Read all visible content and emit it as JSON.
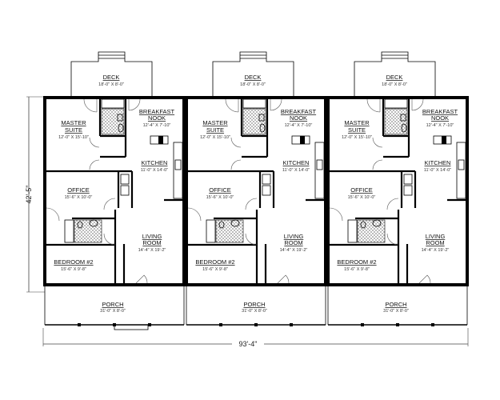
{
  "plan": {
    "overall_width": "93'-4\"",
    "overall_depth": "42'-5\"",
    "unit_count": 3
  },
  "units": [
    {
      "rooms": {
        "deck": {
          "name": "DECK",
          "size": "18'-0\" X 8'-0\""
        },
        "master_suite": {
          "name1": "MASTER",
          "name2": "SUITE",
          "size": "12'-0\" X 15'-10\""
        },
        "breakfast_nook": {
          "name1": "BREAKFAST",
          "name2": "NOOK",
          "size": "12'-4\" X 7'-10\""
        },
        "kitchen": {
          "name": "KITCHEN",
          "size": "11'-0\" X 14'-0\""
        },
        "office": {
          "name": "OFFICE",
          "size": "15'-6\" X 10'-0\""
        },
        "living_room": {
          "name1": "LIVING",
          "name2": "ROOM",
          "size": "14'-4\" X 19'-2\""
        },
        "bedroom2": {
          "name": "BEDROOM #2",
          "size": "15'-6\" X 9'-8\""
        },
        "porch": {
          "name": "PORCH",
          "size": "31'-0\" X 8'-0\""
        }
      }
    },
    {
      "rooms": {
        "deck": {
          "name": "DECK",
          "size": "18'-0\" X 8'-0\""
        },
        "master_suite": {
          "name1": "MASTER",
          "name2": "SUITE",
          "size": "12'-0\" X 15'-10\""
        },
        "breakfast_nook": {
          "name1": "BREAKFAST",
          "name2": "NOOK",
          "size": "12'-4\" X 7'-10\""
        },
        "kitchen": {
          "name": "KITCHEN",
          "size": "11'-0\" X 14'-0\""
        },
        "office": {
          "name": "OFFICE",
          "size": "15'-6\" X 10'-0\""
        },
        "living_room": {
          "name1": "LIVING",
          "name2": "ROOM",
          "size": "14'-4\" X 19'-2\""
        },
        "bedroom2": {
          "name": "BEDROOM #2",
          "size": "15'-6\" X 9'-8\""
        },
        "porch": {
          "name": "PORCH",
          "size": "31'-0\" X 8'-0\""
        }
      }
    },
    {
      "rooms": {
        "deck": {
          "name": "DECK",
          "size": "18'-0\" X 8'-0\""
        },
        "master_suite": {
          "name1": "MASTER",
          "name2": "SUITE",
          "size": "12'-0\" X 15'-10\""
        },
        "breakfast_nook": {
          "name1": "BREAKFAST",
          "name2": "NOOK",
          "size": "12'-4\" X 7'-10\""
        },
        "kitchen": {
          "name": "KITCHEN",
          "size": "11'-0\" X 14'-0\""
        },
        "office": {
          "name": "OFFICE",
          "size": "15'-6\" X 10'-0\""
        },
        "living_room": {
          "name1": "LIVING",
          "name2": "ROOM",
          "size": "14'-4\" X 19'-2\""
        },
        "bedroom2": {
          "name": "BEDROOM #2",
          "size": "15'-6\" X 9'-8\""
        },
        "porch": {
          "name": "PORCH",
          "size": "31'-0\" X 8'-0\""
        }
      }
    }
  ]
}
